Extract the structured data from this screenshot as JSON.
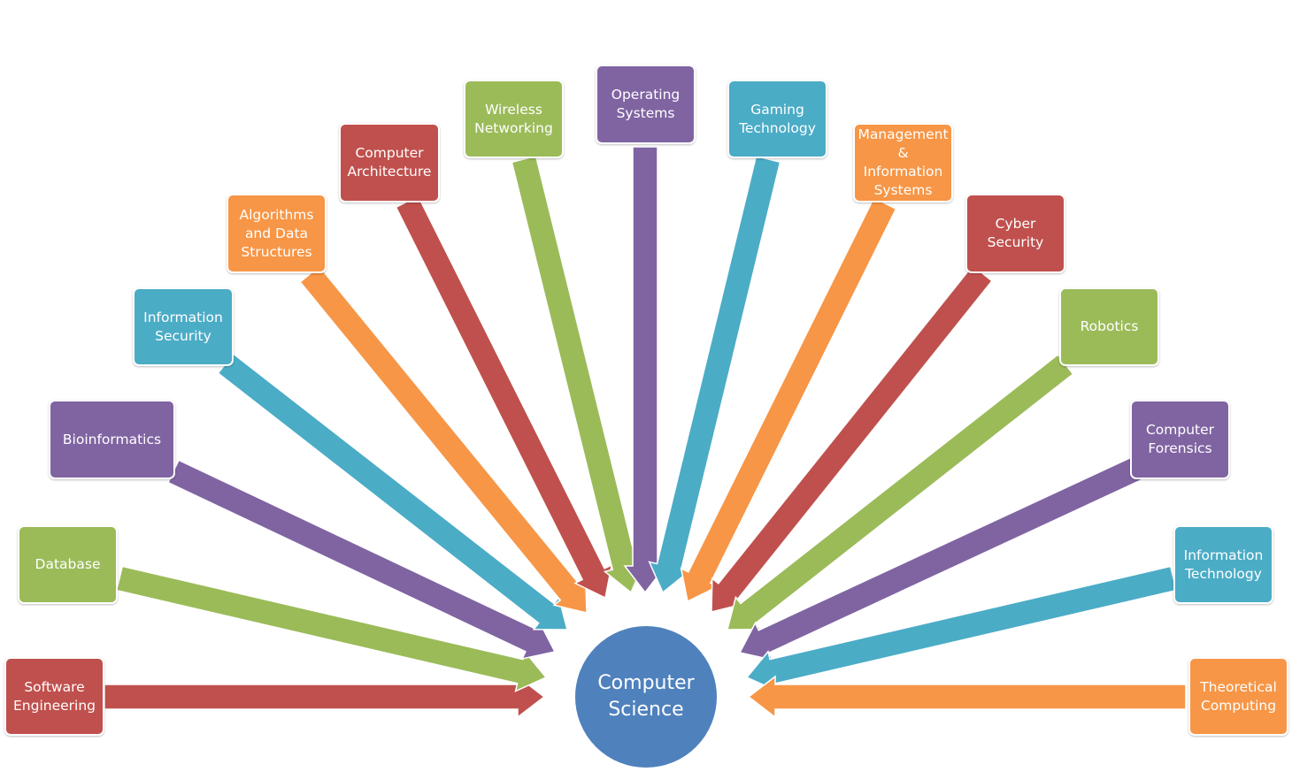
{
  "colors": {
    "red": "#C0504D",
    "green": "#9BBB59",
    "purple": "#8064A2",
    "blue": "#4BACC6",
    "orange": "#F79646",
    "hub": "#4F81BD"
  },
  "hub": {
    "label": "Computer\nScience"
  },
  "nodes": [
    {
      "id": "software-engineering",
      "label": "Software\nEngineering",
      "color": "red"
    },
    {
      "id": "database",
      "label": "Database",
      "color": "green"
    },
    {
      "id": "bioinformatics",
      "label": "Bioinformatics",
      "color": "purple"
    },
    {
      "id": "information-security",
      "label": "Information\nSecurity",
      "color": "blue"
    },
    {
      "id": "algorithms",
      "label": "Algorithms\nand Data\nStructures",
      "color": "orange"
    },
    {
      "id": "computer-architecture",
      "label": "Computer\nArchitecture",
      "color": "red"
    },
    {
      "id": "wireless-networking",
      "label": "Wireless\nNetworking",
      "color": "green"
    },
    {
      "id": "operating-systems",
      "label": "Operating\nSystems",
      "color": "purple"
    },
    {
      "id": "gaming-technology",
      "label": "Gaming\nTechnology",
      "color": "blue"
    },
    {
      "id": "management-is",
      "label": "Management\n&\nInformation\nSystems",
      "color": "orange"
    },
    {
      "id": "cyber-security",
      "label": "Cyber\nSecurity",
      "color": "red"
    },
    {
      "id": "robotics",
      "label": "Robotics",
      "color": "green"
    },
    {
      "id": "computer-forensics",
      "label": "Computer\nForensics",
      "color": "purple"
    },
    {
      "id": "information-technology",
      "label": "Information\nTechnology",
      "color": "blue"
    },
    {
      "id": "theoretical-computing",
      "label": "Theoretical\nComputing",
      "color": "orange"
    }
  ]
}
